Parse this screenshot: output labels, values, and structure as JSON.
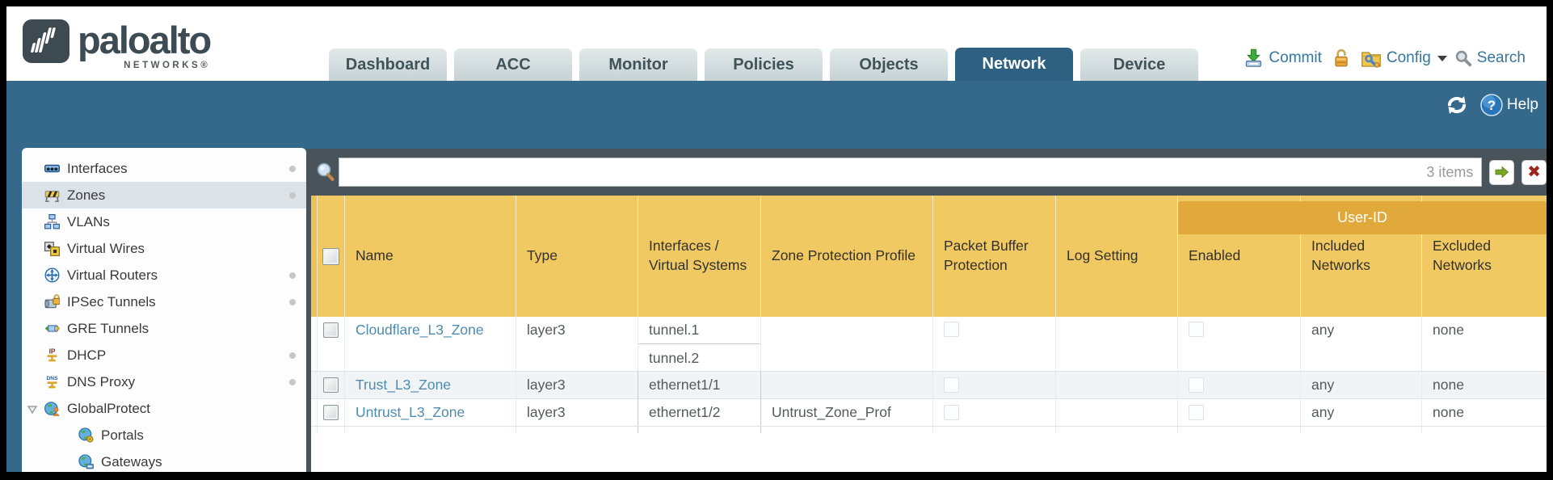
{
  "brand": {
    "name": "paloalto",
    "networks": "NETWORKS®"
  },
  "nav_tabs": [
    {
      "label": "Dashboard",
      "active": false
    },
    {
      "label": "ACC",
      "active": false
    },
    {
      "label": "Monitor",
      "active": false
    },
    {
      "label": "Policies",
      "active": false
    },
    {
      "label": "Objects",
      "active": false
    },
    {
      "label": "Network",
      "active": true
    },
    {
      "label": "Device",
      "active": false
    }
  ],
  "header_actions": {
    "commit": "Commit",
    "config": "Config",
    "search": "Search"
  },
  "utility_bar": {
    "help": "Help"
  },
  "sidebar": [
    {
      "label": "Interfaces",
      "icon": "interfaces-icon",
      "dot": true,
      "selected": false
    },
    {
      "label": "Zones",
      "icon": "zones-icon",
      "dot": true,
      "selected": true
    },
    {
      "label": "VLANs",
      "icon": "vlans-icon",
      "dot": false,
      "selected": false
    },
    {
      "label": "Virtual Wires",
      "icon": "virtual-wires-icon",
      "dot": false,
      "selected": false
    },
    {
      "label": "Virtual Routers",
      "icon": "virtual-routers-icon",
      "dot": true,
      "selected": false
    },
    {
      "label": "IPSec Tunnels",
      "icon": "ipsec-tunnels-icon",
      "dot": true,
      "selected": false
    },
    {
      "label": "GRE Tunnels",
      "icon": "gre-tunnels-icon",
      "dot": false,
      "selected": false
    },
    {
      "label": "DHCP",
      "icon": "dhcp-icon",
      "dot": true,
      "selected": false
    },
    {
      "label": "DNS Proxy",
      "icon": "dns-proxy-icon",
      "dot": true,
      "selected": false
    },
    {
      "label": "GlobalProtect",
      "icon": "globalprotect-icon",
      "dot": false,
      "selected": false,
      "expanded": true
    },
    {
      "label": "Portals",
      "icon": "portals-icon",
      "dot": false,
      "selected": false,
      "indent": true
    },
    {
      "label": "Gateways",
      "icon": "gateways-icon",
      "dot": false,
      "selected": false,
      "indent": true
    }
  ],
  "filter_bar": {
    "query": "",
    "items_count": "3 items"
  },
  "table": {
    "group_header": "User-ID",
    "columns": {
      "name": "Name",
      "type": "Type",
      "interfaces": "Interfaces / Virtual Systems",
      "zone_protection": "Zone Protection Profile",
      "packet_buffer": "Packet Buffer Protection",
      "log_setting": "Log Setting",
      "enabled": "Enabled",
      "included": "Included Networks",
      "excluded": "Excluded Networks"
    },
    "rows": [
      {
        "name": "Cloudflare_L3_Zone",
        "type": "layer3",
        "interfaces": [
          "tunnel.1",
          "tunnel.2"
        ],
        "zone_protection_profile": "",
        "packet_buffer_protection": false,
        "log_setting": "",
        "user_id_enabled": false,
        "included_networks": "any",
        "excluded_networks": "none"
      },
      {
        "name": "Trust_L3_Zone",
        "type": "layer3",
        "interfaces": [
          "ethernet1/1"
        ],
        "zone_protection_profile": "",
        "packet_buffer_protection": false,
        "log_setting": "",
        "user_id_enabled": false,
        "included_networks": "any",
        "excluded_networks": "none"
      },
      {
        "name": "Untrust_L3_Zone",
        "type": "layer3",
        "interfaces": [
          "ethernet1/2"
        ],
        "zone_protection_profile": "Untrust_Zone_Prof",
        "packet_buffer_protection": false,
        "log_setting": "",
        "user_id_enabled": false,
        "included_networks": "any",
        "excluded_networks": "none"
      }
    ]
  },
  "icons": {
    "question": "?",
    "clear_filter": "✖"
  },
  "colors": {
    "teal_band": "#34698b",
    "active_tab": "#2e6181",
    "toolbar_gray": "#49535a",
    "table_header": "#f1c963",
    "user_id_band": "#e1a93b",
    "link_blue": "#4e8cae"
  }
}
